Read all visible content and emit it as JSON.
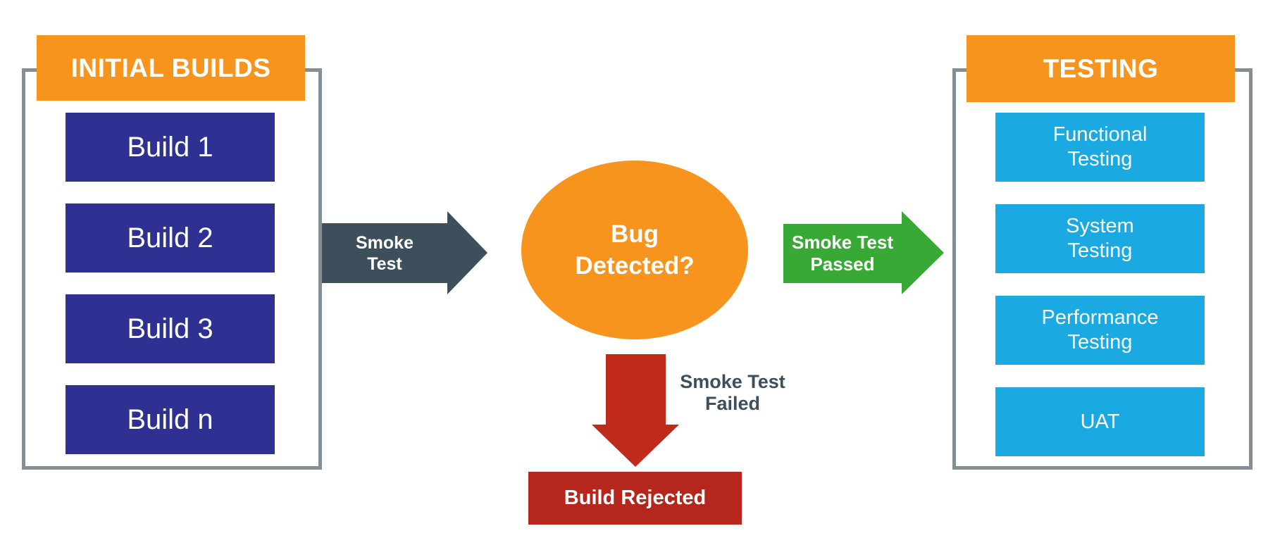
{
  "left_panel": {
    "title": "INITIAL BUILDS",
    "builds": [
      "Build 1",
      "Build 2",
      "Build 3",
      "Build n"
    ]
  },
  "flow": {
    "smoke_test_arrow_label": "Smoke\nTest",
    "decision_label": "Bug\nDetected?",
    "passed_arrow_label": "Smoke Test\nPassed",
    "failed_arrow_label": "Smoke Test\nFailed",
    "rejected_label": "Build Rejected"
  },
  "right_panel": {
    "title": "TESTING",
    "tests": [
      "Functional\nTesting",
      "System\nTesting",
      "Performance\nTesting",
      "UAT"
    ]
  },
  "colors": {
    "orange": "#F7941E",
    "navy": "#2E3192",
    "light_blue": "#1BA9E2",
    "green": "#39A935",
    "slate": "#3E4F5C",
    "red_arrow": "#C02A1B",
    "red_box": "#B5261C",
    "frame_gray": "#848E93",
    "text_white": "#FFFFFF"
  }
}
